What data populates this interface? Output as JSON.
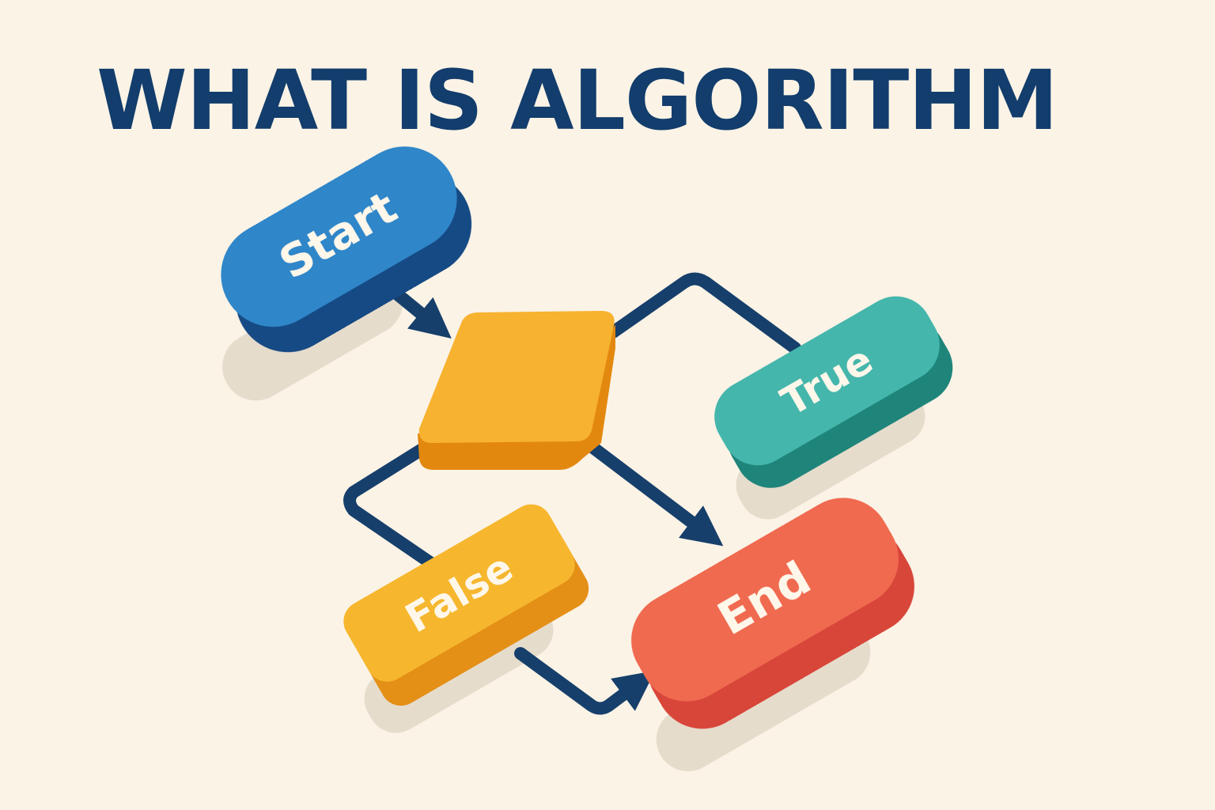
{
  "title": "WHAT IS ALGORITHM",
  "nodes": {
    "start": {
      "label": "Start"
    },
    "decision": {
      "label": ""
    },
    "true": {
      "label": "True"
    },
    "false": {
      "label": "False"
    },
    "end": {
      "label": "End"
    }
  },
  "colors": {
    "background": "#fbf3e6",
    "title": "#123d6c",
    "arrow": "#163f6b",
    "start_top": "#2f86c9",
    "start_side": "#164a84",
    "decision_top": "#f7b22f",
    "decision_side": "#e3880f",
    "true_top": "#45b6ac",
    "true_side": "#1f857b",
    "false_top": "#f6b72e",
    "false_side": "#e48f16",
    "end_top": "#f06a50",
    "end_side": "#d8463a",
    "label": "#fff7ea"
  }
}
